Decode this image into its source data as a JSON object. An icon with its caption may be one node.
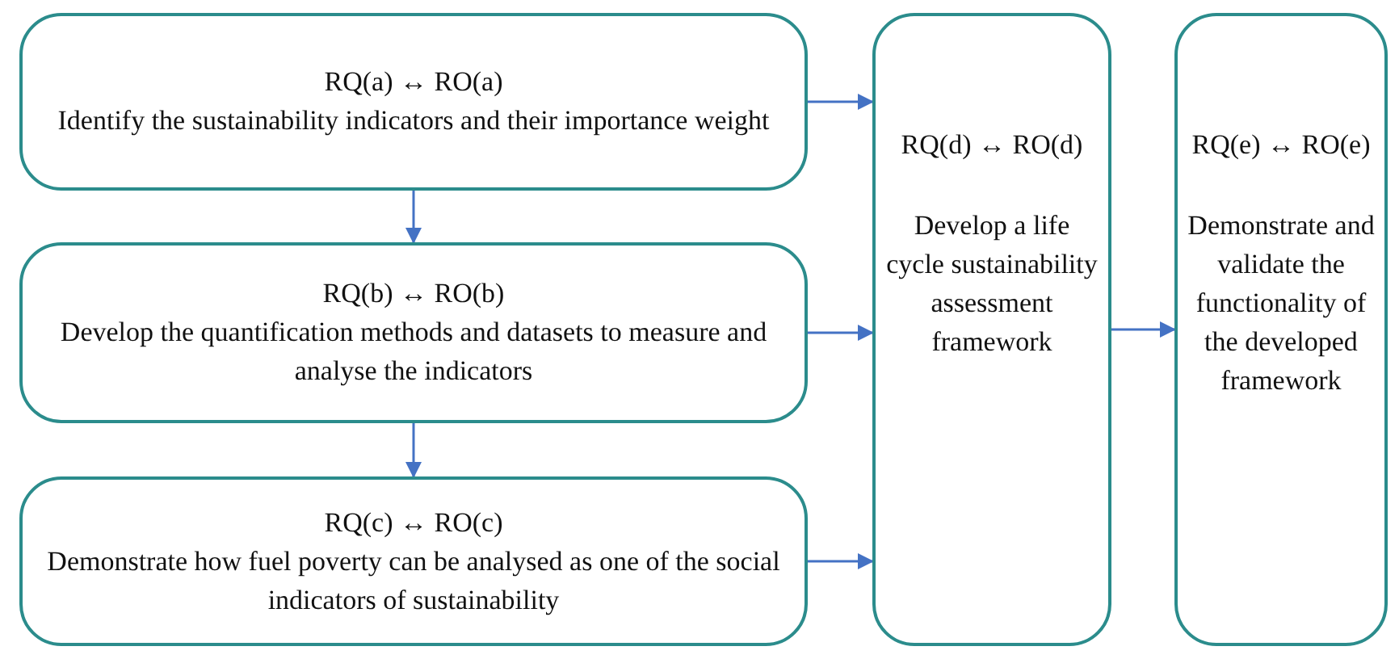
{
  "diagram": {
    "nodes": [
      {
        "text": [
          "RQ(a) ↔ RO(a)",
          "Identify the sustainability indicators and their importance weight"
        ]
      },
      {
        "text": [
          "RQ(b) ↔ RO(b)",
          "Develop the quantification methods and datasets to measure and analyse the indicators"
        ]
      },
      {
        "text": [
          "RQ(c) ↔ RO(c)",
          "Demonstrate how fuel poverty can be analysed as one of the social indicators of sustainability"
        ]
      },
      {
        "text": [
          "RQ(d) ↔ RO(d)",
          "Develop a life cycle sustainability assessment framework"
        ]
      },
      {
        "text": [
          "RQ(e) ↔ RO(e)",
          "Demonstrate and validate the functionality of the developed framework"
        ]
      }
    ],
    "edges": [
      {
        "from": 0,
        "to": 1,
        "arrow": "to"
      },
      {
        "from": 1,
        "to": 2,
        "arrow": "to"
      },
      {
        "from": 0,
        "to": 3,
        "arrow": "to"
      },
      {
        "from": 1,
        "to": 3,
        "arrow": "to"
      },
      {
        "from": 2,
        "to": 3,
        "arrow": "to"
      },
      {
        "from": 3,
        "to": 4,
        "arrow": "to"
      }
    ]
  }
}
